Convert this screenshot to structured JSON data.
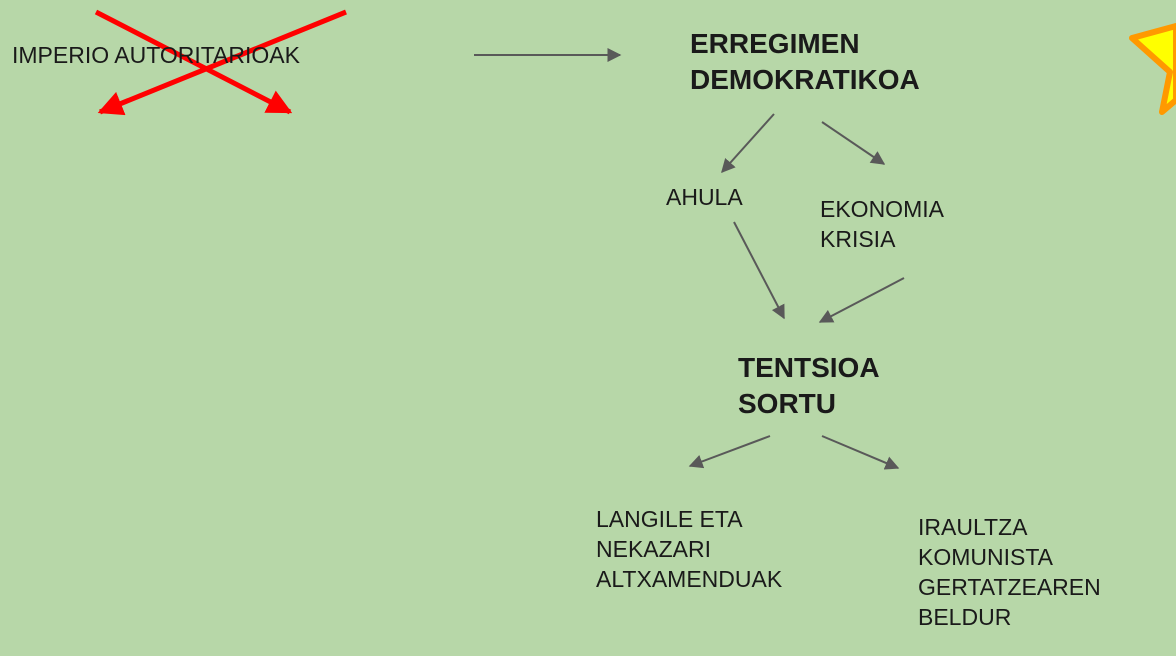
{
  "colors": {
    "background": "#b7d7a8",
    "arrow": "#595959",
    "cross": "#ff0000",
    "star_fill": "#ffff00",
    "star_stroke": "#ff9900"
  },
  "nodes": {
    "empires": "IMPERIO AUTORITARIOAK",
    "democratic_regime": "ERREGIMEN\nDEMOKRATIKOA",
    "weak": "AHULA",
    "economic_crisis": "EKONOMIA\nKRISIA",
    "tension": "TENTSIOA\nSORTU",
    "uprisings": "LANGILE ETA\nNEKAZARI\nALTXAMENDUAK",
    "revolution_fear": "IRAULTZA\nKOMUNISTA\nGERTATZEAREN\nBELDUR"
  },
  "decorations": {
    "cross_icon": "red-x-with-arrows",
    "star_icon": "star-shape-partial"
  }
}
